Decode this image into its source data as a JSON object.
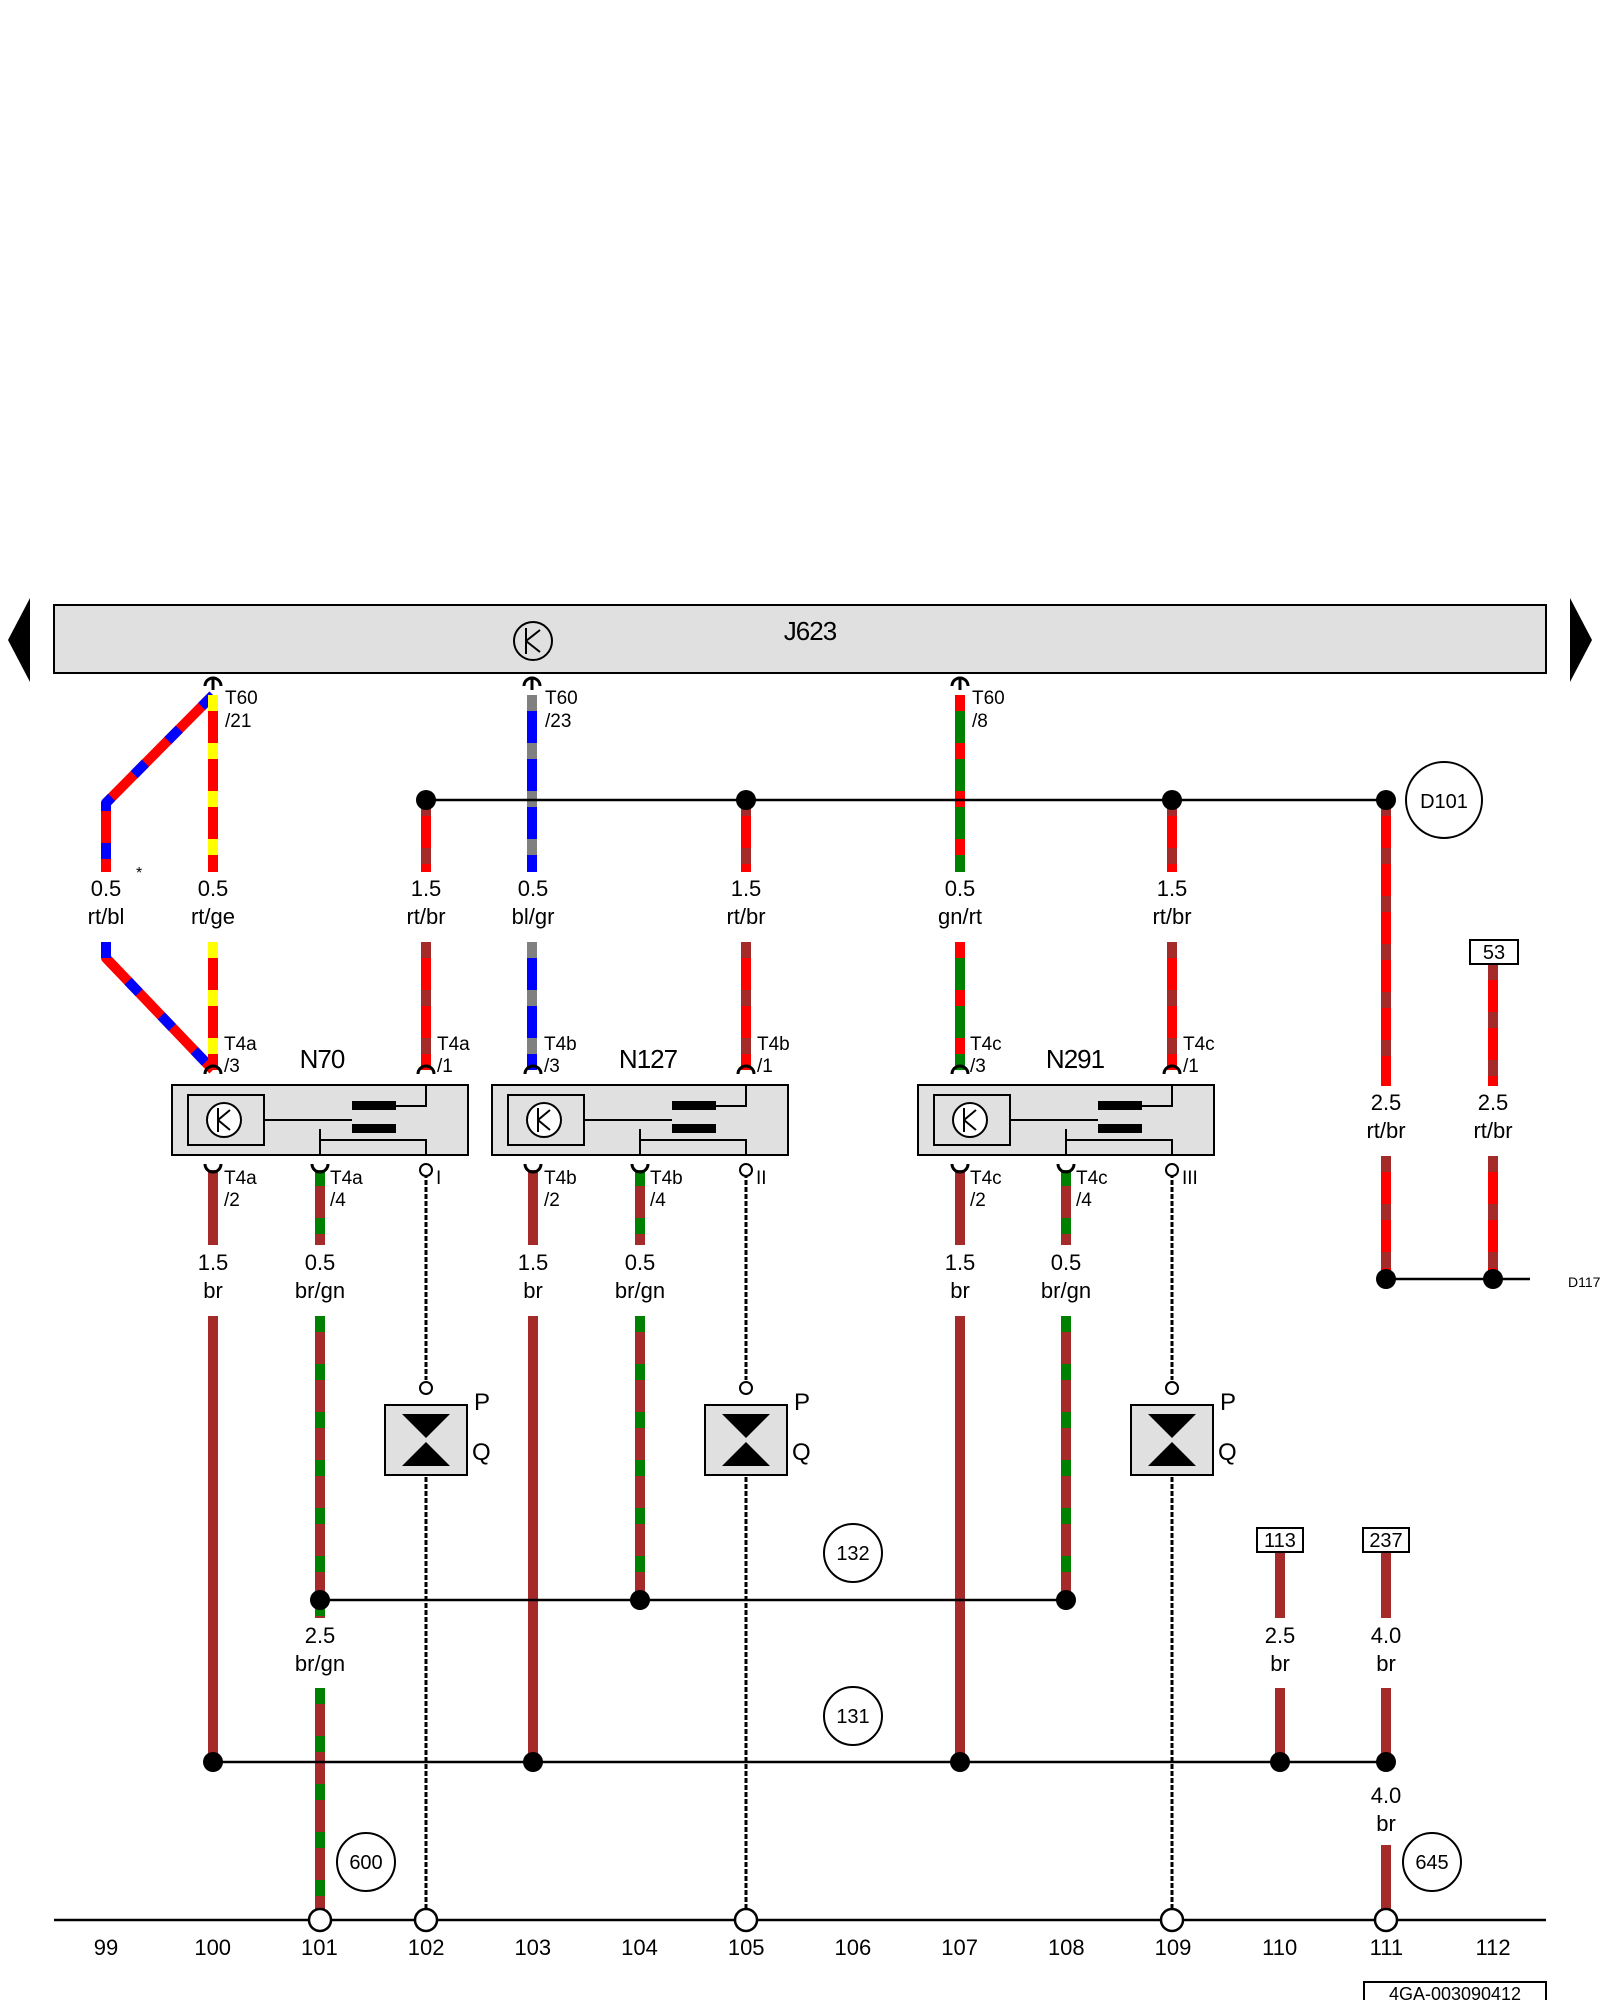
{
  "ecu": {
    "label": "J623"
  },
  "nav": {
    "prev": "previous-page",
    "next": "next-page"
  },
  "wires": [
    {
      "id": "w1",
      "size": "0.5",
      "color": "rt/bl",
      "note": "*"
    },
    {
      "id": "w2",
      "size": "0.5",
      "color": "rt/ge"
    },
    {
      "id": "w3",
      "size": "1.5",
      "color": "rt/br"
    },
    {
      "id": "w4",
      "size": "0.5",
      "color": "bl/gr"
    },
    {
      "id": "w5",
      "size": "1.5",
      "color": "rt/br"
    },
    {
      "id": "w6",
      "size": "0.5",
      "color": "gn/rt"
    },
    {
      "id": "w7",
      "size": "1.5",
      "color": "rt/br"
    },
    {
      "id": "w8",
      "size": "2.5",
      "color": "rt/br"
    },
    {
      "id": "w9",
      "size": "2.5",
      "color": "rt/br"
    },
    {
      "id": "w10",
      "size": "1.5",
      "color": "br"
    },
    {
      "id": "w11",
      "size": "0.5",
      "color": "br/gn"
    },
    {
      "id": "w12",
      "size": "1.5",
      "color": "br"
    },
    {
      "id": "w13",
      "size": "0.5",
      "color": "br/gn"
    },
    {
      "id": "w14",
      "size": "1.5",
      "color": "br"
    },
    {
      "id": "w15",
      "size": "0.5",
      "color": "br/gn"
    },
    {
      "id": "w16",
      "size": "2.5",
      "color": "br/gn"
    },
    {
      "id": "w17",
      "size": "2.5",
      "color": "br"
    },
    {
      "id": "w18",
      "size": "4.0",
      "color": "br"
    },
    {
      "id": "w19",
      "size": "4.0",
      "color": "br"
    }
  ],
  "pins": {
    "t60_21": [
      "T60",
      "/21"
    ],
    "t60_23": [
      "T60",
      "/23"
    ],
    "t60_8": [
      "T60",
      "/8"
    ],
    "t4a_3": [
      "T4a",
      "/3"
    ],
    "t4a_1": [
      "T4a",
      "/1"
    ],
    "t4a_2": [
      "T4a",
      "/2"
    ],
    "t4a_4": [
      "T4a",
      "/4"
    ],
    "t4b_3": [
      "T4b",
      "/3"
    ],
    "t4b_1": [
      "T4b",
      "/1"
    ],
    "t4b_2": [
      "T4b",
      "/2"
    ],
    "t4b_4": [
      "T4b",
      "/4"
    ],
    "t4c_3": [
      "T4c",
      "/3"
    ],
    "t4c_1": [
      "T4c",
      "/1"
    ],
    "t4c_2": [
      "T4c",
      "/2"
    ],
    "t4c_4": [
      "T4c",
      "/4"
    ]
  },
  "components": {
    "n70": "N70",
    "n127": "N127",
    "n291": "N291"
  },
  "coil_outputs": {
    "n70": "I",
    "n127": "II",
    "n291": "III"
  },
  "spark_plug": {
    "top": "P",
    "bottom": "Q"
  },
  "connections": {
    "d101": "D101",
    "d117": "D117",
    "c132": "132",
    "c131": "131",
    "c600": "600",
    "c645": "645"
  },
  "refs": {
    "r53": "53",
    "r113": "113",
    "r237": "237"
  },
  "scale": [
    "99",
    "100",
    "101",
    "102",
    "103",
    "104",
    "105",
    "106",
    "107",
    "108",
    "109",
    "110",
    "111",
    "112"
  ],
  "doc_id": "4GA-003090412",
  "colors": {
    "rt": "#ff0000",
    "bl": "#0000ff",
    "ge": "#ffff00",
    "gr": "#808080",
    "gn": "#008000",
    "br": "#a52a2a",
    "box": "#e0e0e0"
  }
}
